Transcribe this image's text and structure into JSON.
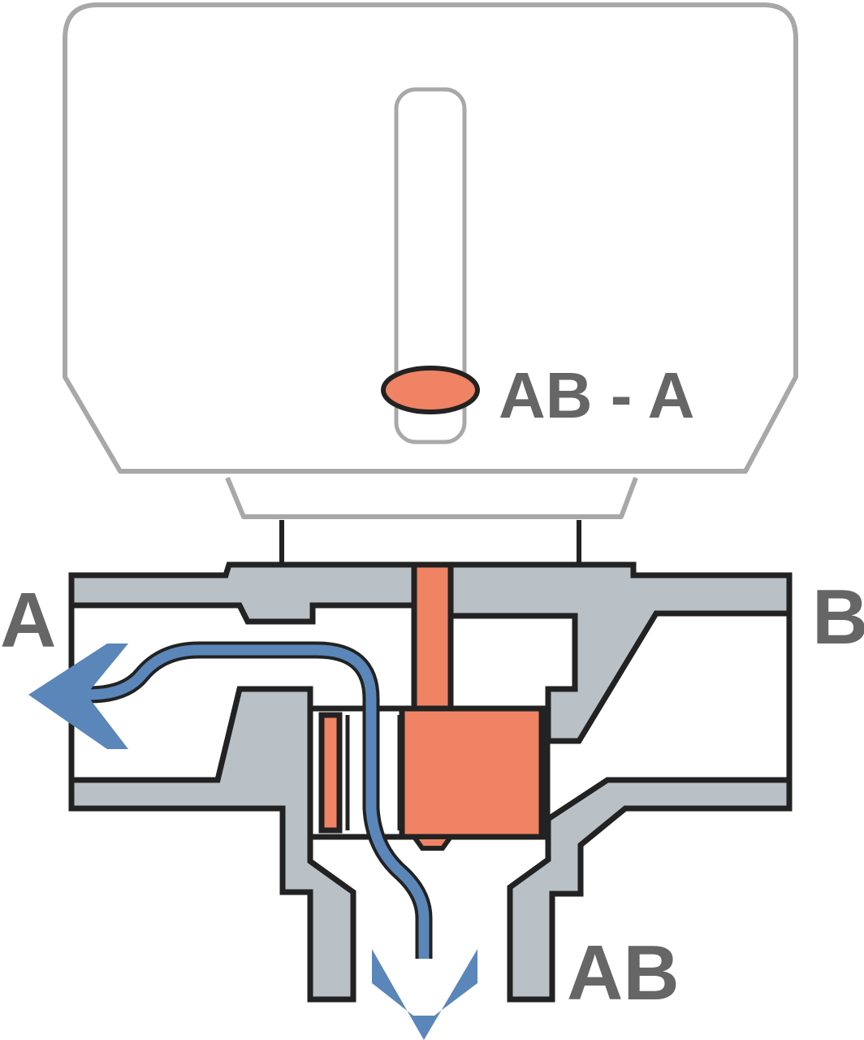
{
  "labels": {
    "port_a": "A",
    "port_b": "B",
    "port_ab": "AB",
    "position_indicator": "AB - A"
  },
  "colors": {
    "valve_body": "#b9c0c6",
    "outline": "#222222",
    "actuator_outline": "#a8a8a8",
    "plunger": "#ef8363",
    "flow_arrow": "#5b86b9",
    "label_text": "#666666"
  }
}
